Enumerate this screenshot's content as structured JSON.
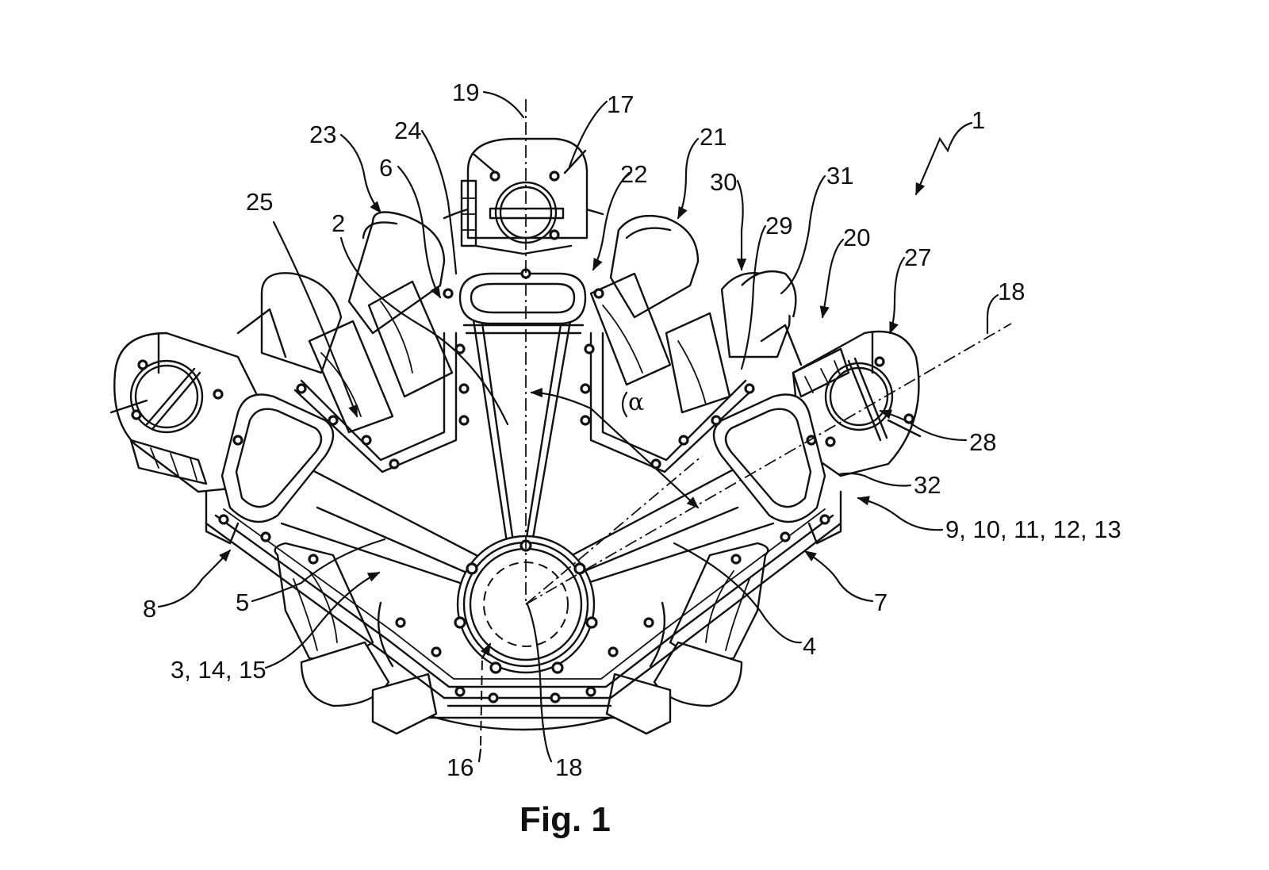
{
  "figure": {
    "caption": "Fig. 1",
    "subject": "V-engine intake system with central plenum and radial intake runners",
    "angle_symbol": "α"
  },
  "reference_labels": {
    "r1": "1",
    "r2": "2",
    "r3_14_15": "3, 14, 15",
    "r4": "4",
    "r5": "5",
    "r6": "6",
    "r7": "7",
    "r8": "8",
    "r9_13": "9, 10, 11, 12, 13",
    "r16": "16",
    "r17": "17",
    "r18_top": "18",
    "r18_bottom": "18",
    "r19": "19",
    "r20": "20",
    "r21": "21",
    "r22": "22",
    "r23": "23",
    "r24": "24",
    "r25": "25",
    "r27": "27",
    "r28": "28",
    "r29": "29",
    "r30": "30",
    "r31": "31",
    "r32": "32"
  }
}
